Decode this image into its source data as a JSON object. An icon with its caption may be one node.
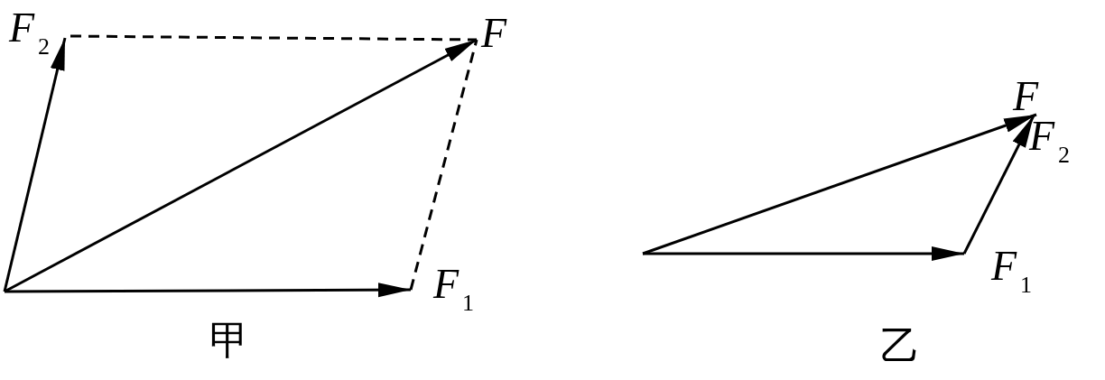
{
  "diagram": {
    "nodes": [
      {
        "text": [
          "F$_{2}$"
        ]
      },
      {
        "text": [
          "F"
        ]
      },
      {
        "text": [
          "F$_{1}$"
        ]
      },
      {
        "text": [
          "F"
        ]
      },
      {
        "text": [
          "F$_{2}$"
        ]
      },
      {
        "text": [
          "F$_{1}$"
        ]
      }
    ],
    "edges": [
      {
        "from": null,
        "to": 2,
        "arrow": "to"
      },
      {
        "from": null,
        "to": 0,
        "arrow": "to"
      },
      {
        "from": null,
        "to": 1,
        "arrow": "to"
      },
      {
        "from": 0,
        "to": 1,
        "arrow": "none",
        "style": "dashed"
      },
      {
        "from": 2,
        "to": 1,
        "arrow": "none",
        "style": "dashed"
      },
      {
        "from": null,
        "to": 5,
        "arrow": "to"
      },
      {
        "from": 5,
        "to": 4,
        "arrow": "to"
      },
      {
        "from": null,
        "to": 3,
        "arrow": "to"
      }
    ],
    "labels": [
      "甲",
      "乙"
    ]
  }
}
